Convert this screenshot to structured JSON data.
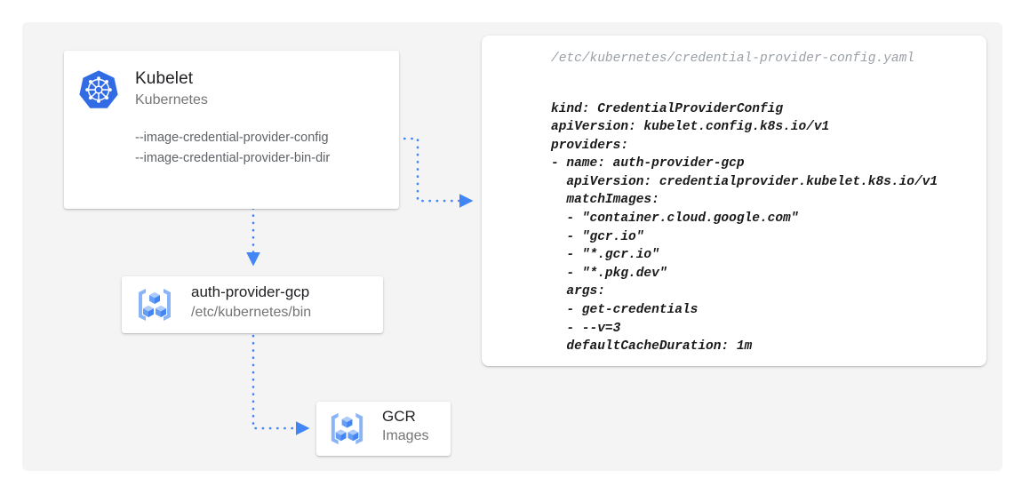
{
  "canvas": {
    "background_color": "#f4f4f4",
    "page_background_color": "#ffffff"
  },
  "theme": {
    "accent_blue": "#4285f4",
    "icon_blue_light": "#8ab4f8",
    "text_primary": "#202124",
    "text_secondary": "#757575",
    "text_code": "#1a1a1a",
    "text_code_path": "#9aa0a6"
  },
  "nodes": {
    "kubelet": {
      "icon": "kubernetes-logo-icon",
      "title": "Kubelet",
      "subtitle": "Kubernetes",
      "flags": [
        "--image-credential-provider-config",
        "--image-credential-provider-bin-dir"
      ]
    },
    "auth_provider": {
      "icon": "binary-package-icon",
      "title": "auth-provider-gcp",
      "subtitle": "/etc/kubernetes/bin"
    },
    "gcr": {
      "icon": "binary-package-icon",
      "title": "GCR",
      "subtitle": "Images"
    }
  },
  "yaml_card": {
    "path": "/etc/kubernetes/credential-provider-config.yaml",
    "content": "kind: CredentialProviderConfig\napiVersion: kubelet.config.k8s.io/v1\nproviders:\n- name: auth-provider-gcp\n  apiVersion: credentialprovider.kubelet.k8s.io/v1\n  matchImages:\n  - \"container.cloud.google.com\"\n  - \"gcr.io\"\n  - \"*.gcr.io\"\n  - \"*.pkg.dev\"\n  args:\n  - get-credentials\n  - --v=3\n  defaultCacheDuration: 1m"
  },
  "connectors": [
    {
      "name": "kubelet-to-yaml-config",
      "from": "kubelet",
      "to": "yaml_card",
      "style": "dotted",
      "arrowhead": true
    },
    {
      "name": "kubelet-to-auth-provider",
      "from": "kubelet",
      "to": "auth_provider",
      "style": "dotted",
      "arrowhead": true
    },
    {
      "name": "auth-provider-to-gcr",
      "from": "auth_provider",
      "to": "gcr",
      "style": "dotted",
      "arrowhead": true
    }
  ]
}
